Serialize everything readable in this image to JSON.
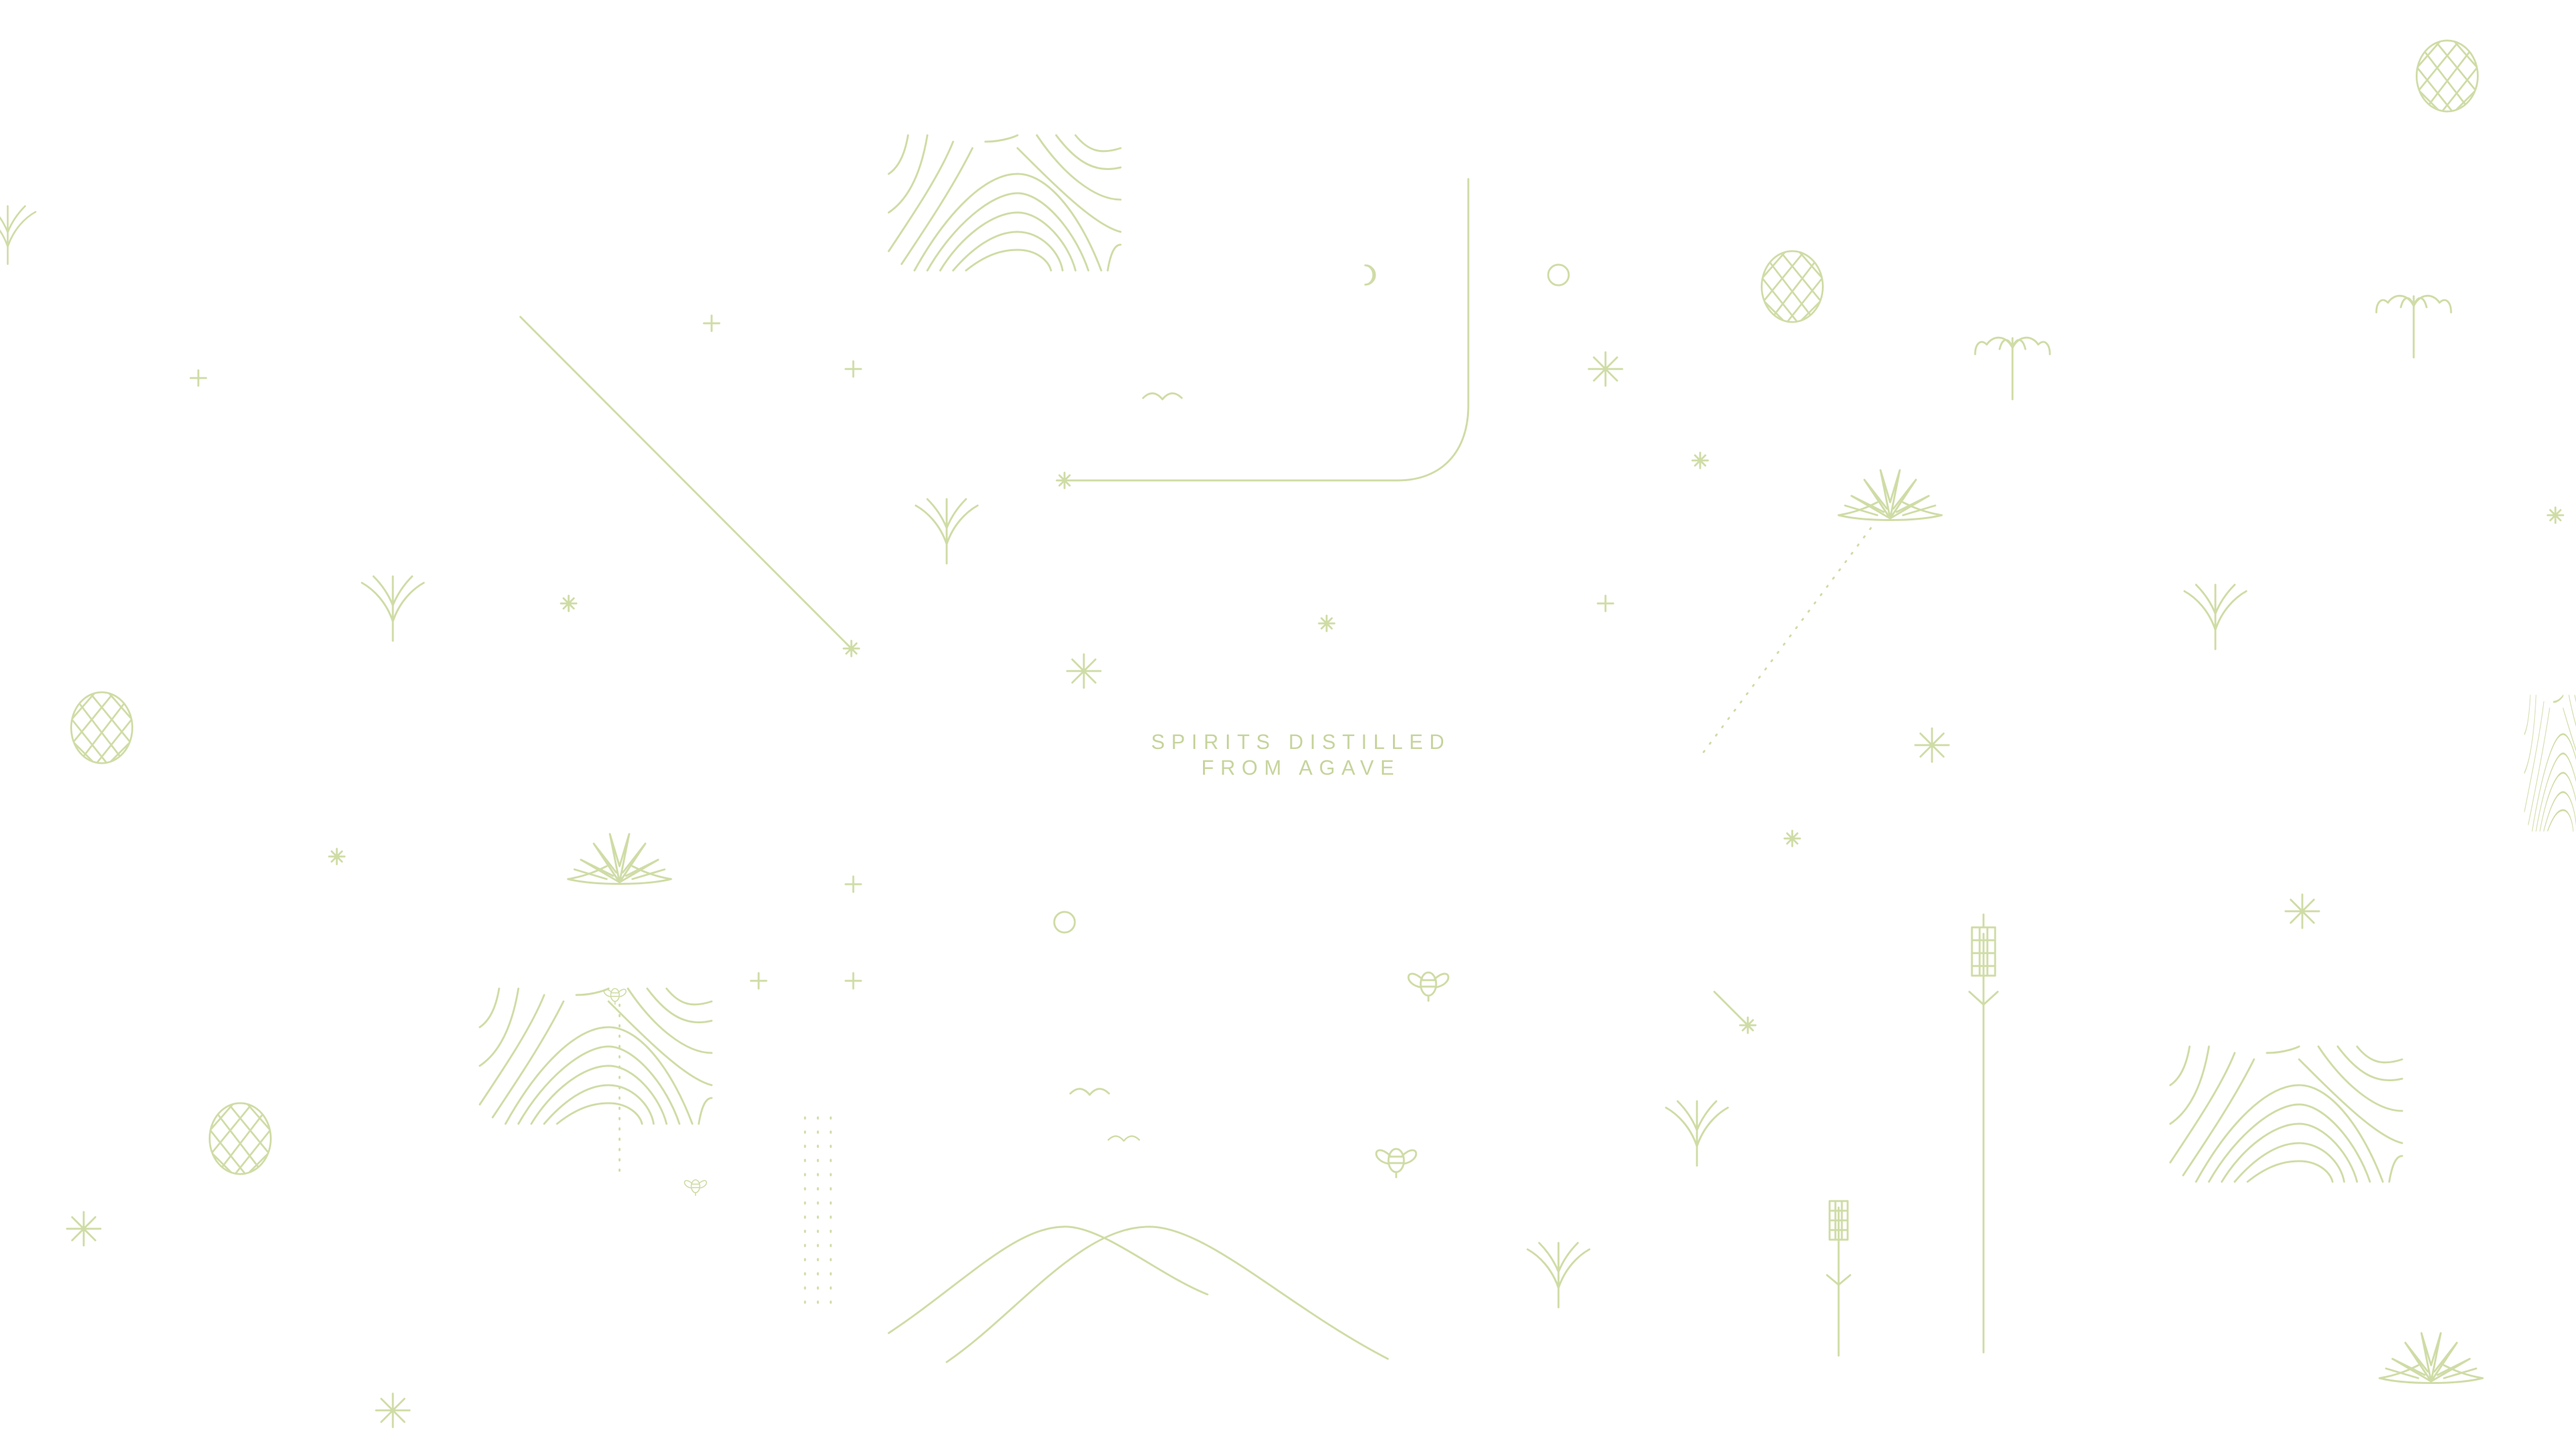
{
  "tagline": {
    "line1": "SPIRITS DISTILLED",
    "line2": "FROM AGAVE"
  },
  "colors": {
    "background": "#ffffff",
    "line": "#cfdca6",
    "text": "#c6d49c"
  },
  "icons": {
    "agave_plant": "agave-plant-icon",
    "agave_pina": "agave-pina-icon",
    "sprout": "sprout-icon",
    "palm": "palm-tree-icon",
    "flower_stalk": "agave-flower-stalk-icon",
    "bee": "bee-icon",
    "bird": "bird-icon",
    "sparkle": "sparkle-icon",
    "plus": "plus-icon",
    "ring": "ring-icon",
    "moon": "crescent-moon-icon",
    "topography": "topographic-pattern",
    "hills": "hills-outline"
  }
}
